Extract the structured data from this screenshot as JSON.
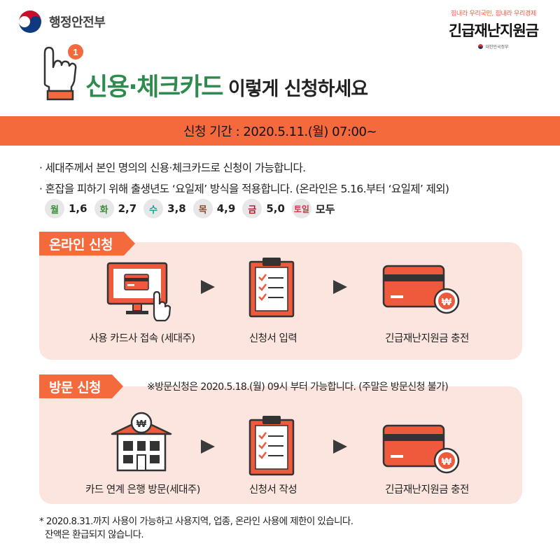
{
  "header": {
    "ministry_name": "행정안전부",
    "brand_slogan": "힘내라 우리국민, 힘내라 우리경제",
    "brand_name": "긴급재난지원금",
    "brand_sub": "대한민국정부"
  },
  "hand_badge": "1",
  "title": {
    "strong": "신용·체크카드",
    "rest": "이렇게 신청하세요"
  },
  "period": "신청 기간 : 2020.5.11.(월) 07:00~",
  "bullets": [
    "· 세대주께서 본인 명의의 신용·체크카드로 신청이 가능합니다.",
    "· 혼잡을 피하기 위해 출생년도 ‘요일제’ 방식을 적용합니다. (온라인은 5.16.부터 ‘요일제’ 제외)"
  ],
  "days": [
    {
      "day": "월",
      "nums": "1,6",
      "color": "#3a8f3a"
    },
    {
      "day": "화",
      "nums": "2,7",
      "color": "#3a8f3a"
    },
    {
      "day": "수",
      "nums": "3,8",
      "color": "#1e9e93"
    },
    {
      "day": "목",
      "nums": "4,9",
      "color": "#8a4a2a"
    },
    {
      "day": "금",
      "nums": "5,0",
      "color": "#a02030"
    },
    {
      "day": "토일",
      "nums": "모두",
      "color": "#e0304a"
    }
  ],
  "online": {
    "tag": "온라인 신청",
    "steps": [
      "사용 카드사 접속 (세대주)",
      "신청서 입력",
      "긴급재난지원금 충전"
    ]
  },
  "visit": {
    "tag": "방문 신청",
    "note": "※방문신청은 2020.5.18.(월) 09시 부터 가능합니다. (주말은 방문신청 불가)",
    "steps": [
      "카드 연계 은행 방문(세대주)",
      "신청서 작성",
      "긴급재난지원금 충전"
    ]
  },
  "won_symbol": "₩",
  "footnote": {
    "line1": "* 2020.8.31.까지 사용이 가능하고 사용지역, 업종, 온라인 사용에 제한이 있습니다.",
    "line2": "잔액은 환급되지 않습니다."
  },
  "colors": {
    "accent": "#f46a3c",
    "title_green": "#2f8a4e",
    "panel_bg": "#fde5df",
    "card_red": "#ef5a3c"
  }
}
